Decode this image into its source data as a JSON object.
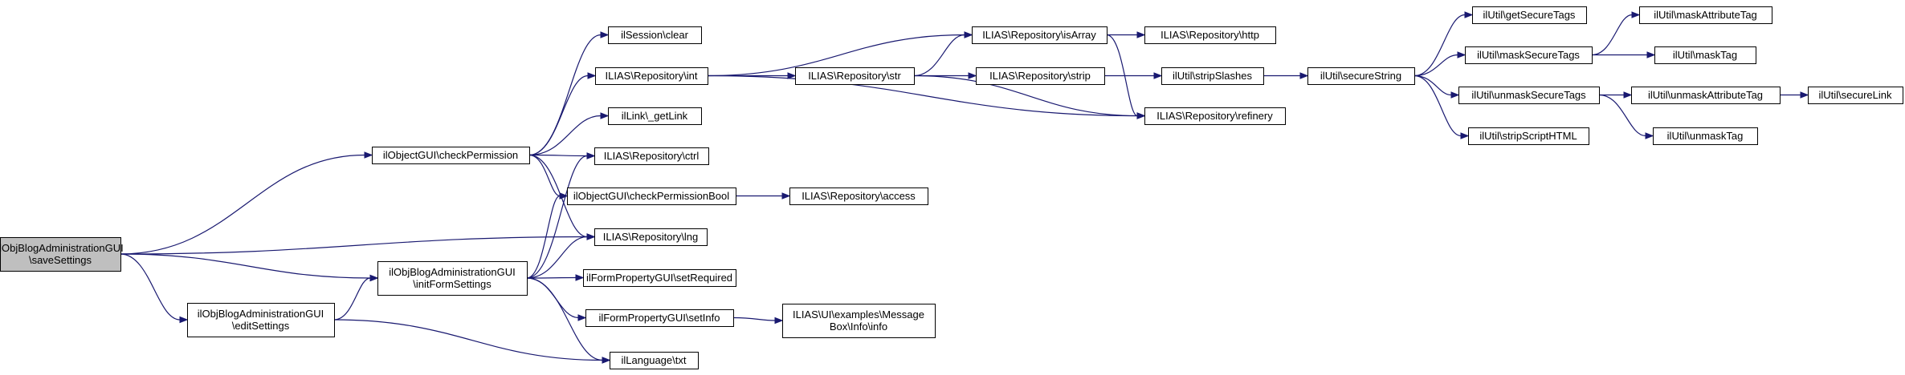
{
  "graph": {
    "nodes": [
      {
        "id": "root",
        "lines": [
          "ilObjBlogAdministrationGUI",
          "\\saveSettings"
        ],
        "highlight": true
      },
      {
        "id": "checkPermission",
        "lines": [
          "ilObjectGUI\\checkPermission"
        ]
      },
      {
        "id": "initFormSettings",
        "lines": [
          "ilObjBlogAdministrationGUI",
          "\\initFormSettings"
        ]
      },
      {
        "id": "editSettings",
        "lines": [
          "ilObjBlogAdministrationGUI",
          "\\editSettings"
        ]
      },
      {
        "id": "lng",
        "lines": [
          "ILIAS\\Repository\\lng"
        ]
      },
      {
        "id": "sessionClear",
        "lines": [
          "ilSession\\clear"
        ]
      },
      {
        "id": "repoInt",
        "lines": [
          "ILIAS\\Repository\\int"
        ]
      },
      {
        "id": "getLink",
        "lines": [
          "ilLink\\_getLink"
        ]
      },
      {
        "id": "ctrl",
        "lines": [
          "ILIAS\\Repository\\ctrl"
        ]
      },
      {
        "id": "checkPermissionBool",
        "lines": [
          "ilObjectGUI\\checkPermissionBool"
        ]
      },
      {
        "id": "setRequired",
        "lines": [
          "ilFormPropertyGUI\\setRequired"
        ]
      },
      {
        "id": "setInfo",
        "lines": [
          "ilFormPropertyGUI\\setInfo"
        ]
      },
      {
        "id": "txt",
        "lines": [
          "ilLanguage\\txt"
        ]
      },
      {
        "id": "repoStr",
        "lines": [
          "ILIAS\\Repository\\str"
        ]
      },
      {
        "id": "isArray",
        "lines": [
          "ILIAS\\Repository\\isArray"
        ]
      },
      {
        "id": "strip",
        "lines": [
          "ILIAS\\Repository\\strip"
        ]
      },
      {
        "id": "refinery",
        "lines": [
          "ILIAS\\Repository\\refinery"
        ]
      },
      {
        "id": "access",
        "lines": [
          "ILIAS\\Repository\\access"
        ]
      },
      {
        "id": "messageBoxInfo",
        "lines": [
          "ILIAS\\UI\\examples\\Message",
          "Box\\Info\\info"
        ]
      },
      {
        "id": "http",
        "lines": [
          "ILIAS\\Repository\\http"
        ]
      },
      {
        "id": "stripSlashes",
        "lines": [
          "ilUtil\\stripSlashes"
        ]
      },
      {
        "id": "secureString",
        "lines": [
          "ilUtil\\secureString"
        ]
      },
      {
        "id": "getSecureTags",
        "lines": [
          "ilUtil\\getSecureTags"
        ]
      },
      {
        "id": "maskSecureTags",
        "lines": [
          "ilUtil\\maskSecureTags"
        ]
      },
      {
        "id": "unmaskSecureTags",
        "lines": [
          "ilUtil\\unmaskSecureTags"
        ]
      },
      {
        "id": "stripScriptHTML",
        "lines": [
          "ilUtil\\stripScriptHTML"
        ]
      },
      {
        "id": "maskAttributeTag",
        "lines": [
          "ilUtil\\maskAttributeTag"
        ]
      },
      {
        "id": "maskTag",
        "lines": [
          "ilUtil\\maskTag"
        ]
      },
      {
        "id": "unmaskAttributeTag",
        "lines": [
          "ilUtil\\unmaskAttributeTag"
        ]
      },
      {
        "id": "unmaskTag",
        "lines": [
          "ilUtil\\unmaskTag"
        ]
      },
      {
        "id": "secureLink",
        "lines": [
          "ilUtil\\secureLink"
        ]
      }
    ],
    "edges": [
      [
        "root",
        "checkPermission"
      ],
      [
        "root",
        "lng"
      ],
      [
        "root",
        "initFormSettings"
      ],
      [
        "root",
        "editSettings"
      ],
      [
        "editSettings",
        "initFormSettings"
      ],
      [
        "editSettings",
        "txt"
      ],
      [
        "checkPermission",
        "sessionClear"
      ],
      [
        "checkPermission",
        "repoInt"
      ],
      [
        "checkPermission",
        "getLink"
      ],
      [
        "checkPermission",
        "ctrl"
      ],
      [
        "checkPermission",
        "checkPermissionBool"
      ],
      [
        "checkPermission",
        "lng"
      ],
      [
        "initFormSettings",
        "ctrl"
      ],
      [
        "initFormSettings",
        "checkPermissionBool"
      ],
      [
        "initFormSettings",
        "lng"
      ],
      [
        "initFormSettings",
        "setRequired"
      ],
      [
        "initFormSettings",
        "setInfo"
      ],
      [
        "initFormSettings",
        "txt"
      ],
      [
        "repoInt",
        "isArray"
      ],
      [
        "repoInt",
        "repoStr"
      ],
      [
        "repoInt",
        "refinery"
      ],
      [
        "repoStr",
        "isArray"
      ],
      [
        "repoStr",
        "strip"
      ],
      [
        "repoStr",
        "refinery"
      ],
      [
        "isArray",
        "http"
      ],
      [
        "isArray",
        "refinery"
      ],
      [
        "strip",
        "stripSlashes"
      ],
      [
        "checkPermissionBool",
        "access"
      ],
      [
        "setInfo",
        "messageBoxInfo"
      ],
      [
        "stripSlashes",
        "secureString"
      ],
      [
        "secureString",
        "getSecureTags"
      ],
      [
        "secureString",
        "maskSecureTags"
      ],
      [
        "secureString",
        "unmaskSecureTags"
      ],
      [
        "secureString",
        "stripScriptHTML"
      ],
      [
        "maskSecureTags",
        "maskAttributeTag"
      ],
      [
        "maskSecureTags",
        "maskTag"
      ],
      [
        "unmaskSecureTags",
        "unmaskAttributeTag"
      ],
      [
        "unmaskSecureTags",
        "unmaskTag"
      ],
      [
        "unmaskAttributeTag",
        "secureLink"
      ]
    ]
  }
}
